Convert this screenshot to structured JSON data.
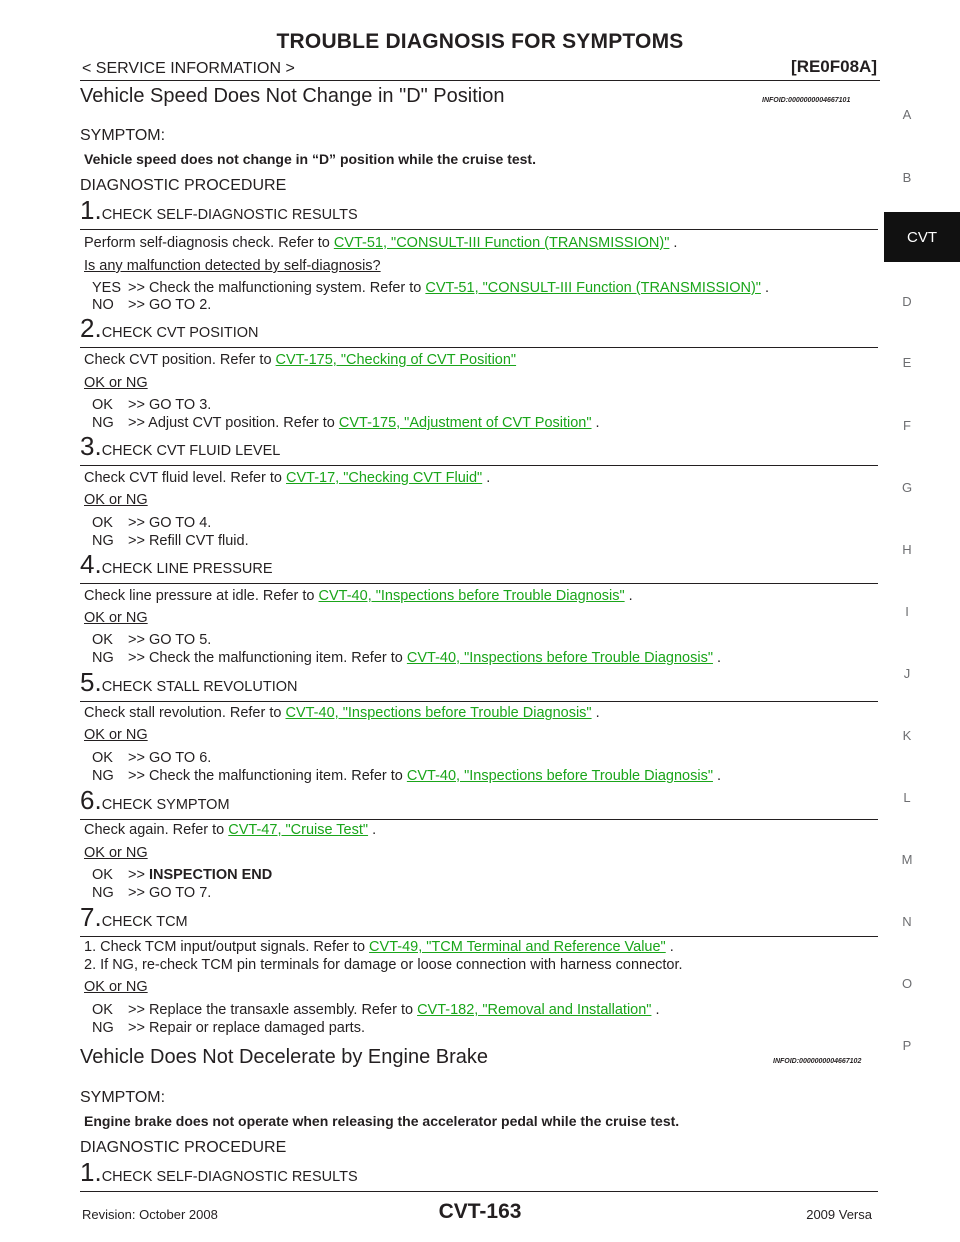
{
  "header": {
    "title": "TROUBLE DIAGNOSIS FOR SYMPTOMS",
    "service_info": "< SERVICE INFORMATION >",
    "model_code": "[RE0F08A]"
  },
  "side_index": [
    "A",
    "B",
    "CVT",
    "D",
    "E",
    "F",
    "G",
    "H",
    "I",
    "J",
    "K",
    "L",
    "M",
    "N",
    "O",
    "P"
  ],
  "section1": {
    "title": "Vehicle Speed Does Not Change in \"D\" Position",
    "infoid": "INFOID:0000000004667101",
    "symptom_label": "SYMPTOM:",
    "symptom_text": "Vehicle speed does not change in “D” position while the cruise test.",
    "procedure_label": "DIAGNOSTIC PROCEDURE",
    "steps": [
      {
        "num": "1.",
        "title": "CHECK SELF-DIAGNOSTIC RESULTS",
        "line_pre": "Perform self-diagnosis check. Refer to ",
        "line_link": "CVT-51, \"CONSULT-III Function (TRANSMISSION)\"",
        "line_post": " .",
        "question": "Is any malfunction detected by self-diagnosis?",
        "a1_key": "YES",
        "a1_pre": ">> Check the malfunctioning system. Refer to ",
        "a1_link": "CVT-51, \"CONSULT-III Function (TRANSMISSION)\"",
        "a1_post": " .",
        "a2_key": "NO",
        "a2_text": ">> GO TO 2."
      },
      {
        "num": "2.",
        "title": "CHECK CVT POSITION",
        "line_pre": "Check CVT position. Refer to ",
        "line_link": "CVT-175, \"Checking of CVT Position\"",
        "line_post": "",
        "question": "OK or NG",
        "a1_key": "OK",
        "a1_text": ">> GO TO 3.",
        "a2_key": "NG",
        "a2_pre": ">> Adjust CVT position. Refer to ",
        "a2_link": "CVT-175, \"Adjustment of CVT Position\"",
        "a2_post": " ."
      },
      {
        "num": "3.",
        "title": "CHECK CVT FLUID LEVEL",
        "line_pre": "Check CVT fluid level. Refer to ",
        "line_link": "CVT-17, \"Checking CVT Fluid\"",
        "line_post": " .",
        "question": "OK or NG",
        "a1_key": "OK",
        "a1_text": ">> GO TO 4.",
        "a2_key": "NG",
        "a2_text": ">> Refill CVT fluid."
      },
      {
        "num": "4.",
        "title": "CHECK LINE PRESSURE",
        "line_pre": "Check line pressure at idle. Refer to ",
        "line_link": "CVT-40, \"Inspections before Trouble Diagnosis\"",
        "line_post": " .",
        "question": "OK or NG",
        "a1_key": "OK",
        "a1_text": ">> GO TO 5.",
        "a2_key": "NG",
        "a2_pre": ">> Check the malfunctioning item. Refer to ",
        "a2_link": "CVT-40, \"Inspections before Trouble Diagnosis\"",
        "a2_post": " ."
      },
      {
        "num": "5.",
        "title": "CHECK STALL REVOLUTION",
        "line_pre": "Check stall revolution. Refer to ",
        "line_link": "CVT-40, \"Inspections before Trouble Diagnosis\"",
        "line_post": " .",
        "question": "OK or NG",
        "a1_key": "OK",
        "a1_text": ">> GO TO 6.",
        "a2_key": "NG",
        "a2_pre": ">> Check the malfunctioning item. Refer to ",
        "a2_link": "CVT-40, \"Inspections before Trouble Diagnosis\"",
        "a2_post": " ."
      },
      {
        "num": "6.",
        "title": "CHECK SYMPTOM",
        "line_pre": "Check again. Refer to ",
        "line_link": "CVT-47, \"Cruise Test\"",
        "line_post": " .",
        "question": "OK or NG",
        "a1_key": "OK",
        "a1_pre": ">> ",
        "a1_bold": "INSPECTION END",
        "a2_key": "NG",
        "a2_text": ">> GO TO 7."
      },
      {
        "num": "7.",
        "title": "CHECK TCM",
        "line1_pre": "1.   Check TCM input/output signals. Refer to ",
        "line1_link": "CVT-49, \"TCM Terminal and Reference Value\"",
        "line1_post": " .",
        "line2": "2.   If NG, re-check TCM pin terminals for damage or loose connection with harness connector.",
        "question": "OK or NG",
        "a1_key": "OK",
        "a1_pre": ">> Replace the transaxle assembly. Refer to ",
        "a1_link": "CVT-182, \"Removal and Installation\"",
        "a1_post": " .",
        "a2_key": "NG",
        "a2_text": ">> Repair or replace damaged parts."
      }
    ]
  },
  "section2": {
    "title": "Vehicle Does Not Decelerate by Engine Brake",
    "infoid": "INFOID:0000000004667102",
    "symptom_label": "SYMPTOM:",
    "symptom_text": "Engine brake does not operate when releasing the accelerator pedal while the cruise test.",
    "procedure_label": "DIAGNOSTIC PROCEDURE",
    "step1_num": "1.",
    "step1_title": "CHECK SELF-DIAGNOSTIC RESULTS"
  },
  "footer": {
    "revision": "Revision: October 2008",
    "page": "CVT-163",
    "model": "2009 Versa"
  }
}
